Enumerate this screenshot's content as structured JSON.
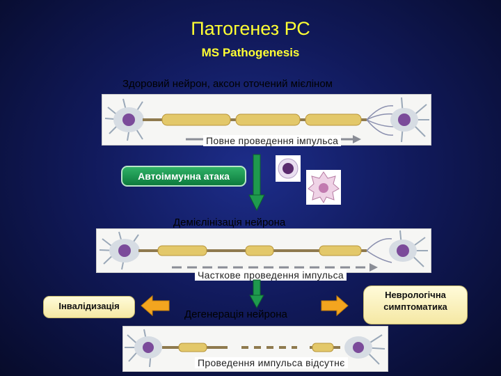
{
  "header": {
    "title": "Патогенез РС",
    "subtitle": "MS Pathogenesis"
  },
  "stages": {
    "healthy": {
      "caption": "Здоровий нейрон, аксон оточений мієліном",
      "impulse_text": "Повне проведення імпульса"
    },
    "autoimmune": {
      "label": "Автоіммунна атака"
    },
    "demyelination": {
      "caption": "Демієлінізація нейрона",
      "impulse_text": "Часткове проведення імпульса"
    },
    "degeneration": {
      "caption": "Дегенерація нейрона",
      "impulse_text": "Проведення импульса відсутнє"
    }
  },
  "outcomes": {
    "disability": "Інвалідизація",
    "neuro_symptoms_line1": "Неврологічна",
    "neuro_symptoms_line2": "симптоматика"
  },
  "colors": {
    "title": "#ffff33",
    "green_arrow": "#1f9a4e",
    "orange_arrow": "#f3a51f",
    "myelin": "#e3c86a",
    "axon": "#8f7a4e",
    "cell_body": "#7b4b9a"
  }
}
